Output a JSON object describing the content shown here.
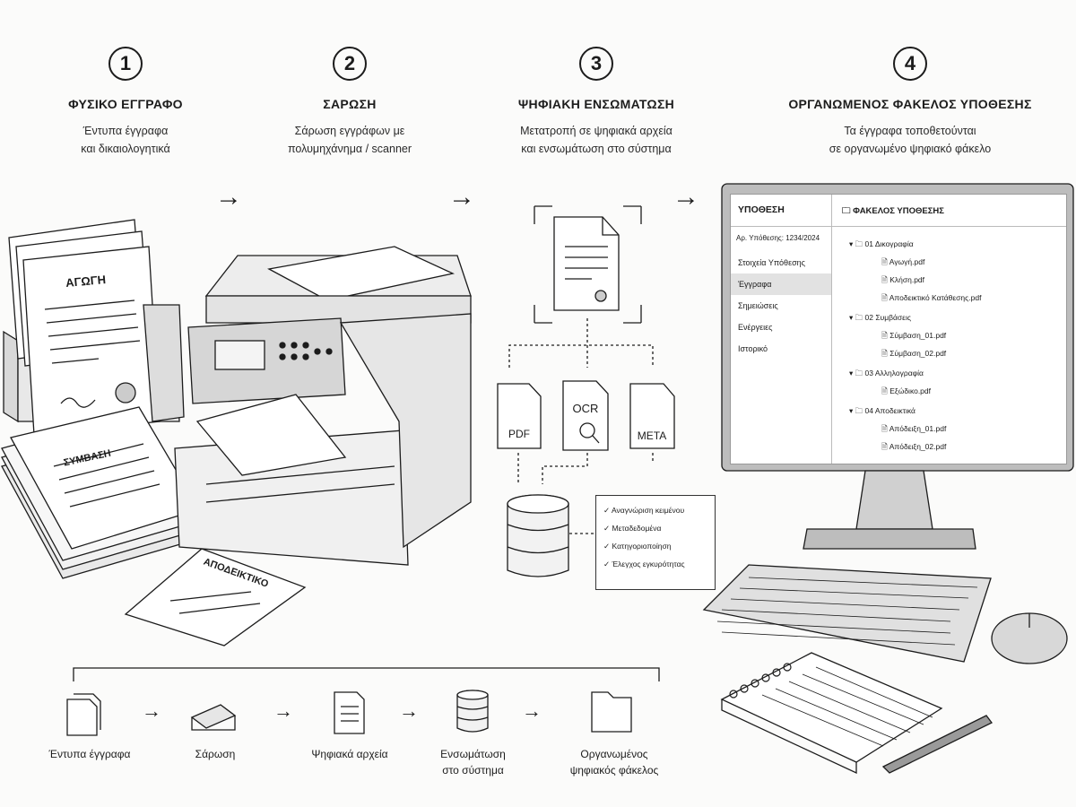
{
  "steps": [
    {
      "num": "1",
      "title": "ΦΥΣΙΚΟ ΕΓΓΡΑΦΟ",
      "desc1": "Έντυπα έγγραφα",
      "desc2": "και δικαιολογητικά"
    },
    {
      "num": "2",
      "title": "ΣΑΡΩΣΗ",
      "desc1": "Σάρωση εγγράφων με",
      "desc2": "πολυμηχάνημα / scanner"
    },
    {
      "num": "3",
      "title": "ΨΗΦΙΑΚΗ ΕΝΣΩΜΑΤΩΣΗ",
      "desc1": "Μετατροπή σε ψηφιακά αρχεία",
      "desc2": "και ενσωμάτωση στο σύστημα"
    },
    {
      "num": "4",
      "title": "ΟΡΓΑΝΩΜΕΝΟΣ ΦΑΚΕΛΟΣ ΥΠΟΘΕΣΗΣ",
      "desc1": "Τα έγγραφα τοποθετούνται",
      "desc2": "σε οργανωμένο ψηφιακό φάκελο"
    }
  ],
  "documents": {
    "agogi": "ΑΓΩΓΗ",
    "symvasi": "ΣΥΜΒΑΣΗ",
    "apodeiktiko": "ΑΠΟΔΕΙΚΤΙΚΟ"
  },
  "formats": {
    "pdf": "PDF",
    "ocr": "OCR",
    "meta": "META"
  },
  "checklist": [
    "Αναγνώριση κειμένου",
    "Μεταδεδομένα",
    "Κατηγοριοποίηση",
    "Έλεγχος εγκυρότητας"
  ],
  "screen": {
    "sidebar_title": "ΥΠΟΘΕΣΗ",
    "case_number": "Αρ. Υπόθεσης: 1234/2024",
    "menu": [
      "Στοιχεία Υπόθεσης",
      "Έγγραφα",
      "Σημειώσεις",
      "Ενέργειες",
      "Ιστορικό"
    ],
    "selected_menu": "Έγγραφα",
    "folder_title": "ΦΑΚΕΛΟΣ ΥΠΟΘΕΣΗΣ",
    "tree": [
      {
        "folder": "01 Δικογραφία",
        "files": [
          "Αγωγή.pdf",
          "Κλήση.pdf",
          "Αποδεικτικό Κατάθεσης.pdf"
        ]
      },
      {
        "folder": "02 Συμβάσεις",
        "files": [
          "Σύμβαση_01.pdf",
          "Σύμβαση_02.pdf"
        ]
      },
      {
        "folder": "03 Αλληλογραφία",
        "files": [
          "Εξώδικο.pdf"
        ]
      },
      {
        "folder": "04 Αποδεικτικά",
        "files": [
          "Απόδειξη_01.pdf",
          "Απόδειξη_02.pdf"
        ]
      }
    ]
  },
  "bottom_flow": [
    {
      "line1": "Έντυπα έγγραφα",
      "line2": ""
    },
    {
      "line1": "Σάρωση",
      "line2": ""
    },
    {
      "line1": "Ψηφιακά αρχεία",
      "line2": ""
    },
    {
      "line1": "Ενσωμάτωση",
      "line2": "στο σύστημα"
    },
    {
      "line1": "Οργανωμένος",
      "line2": "ψηφιακός φάκελος"
    }
  ],
  "colors": {
    "ink": "#1c1c1c",
    "paper": "#ffffff",
    "background": "#fbfbfa",
    "shade": "#d9d9d9"
  }
}
